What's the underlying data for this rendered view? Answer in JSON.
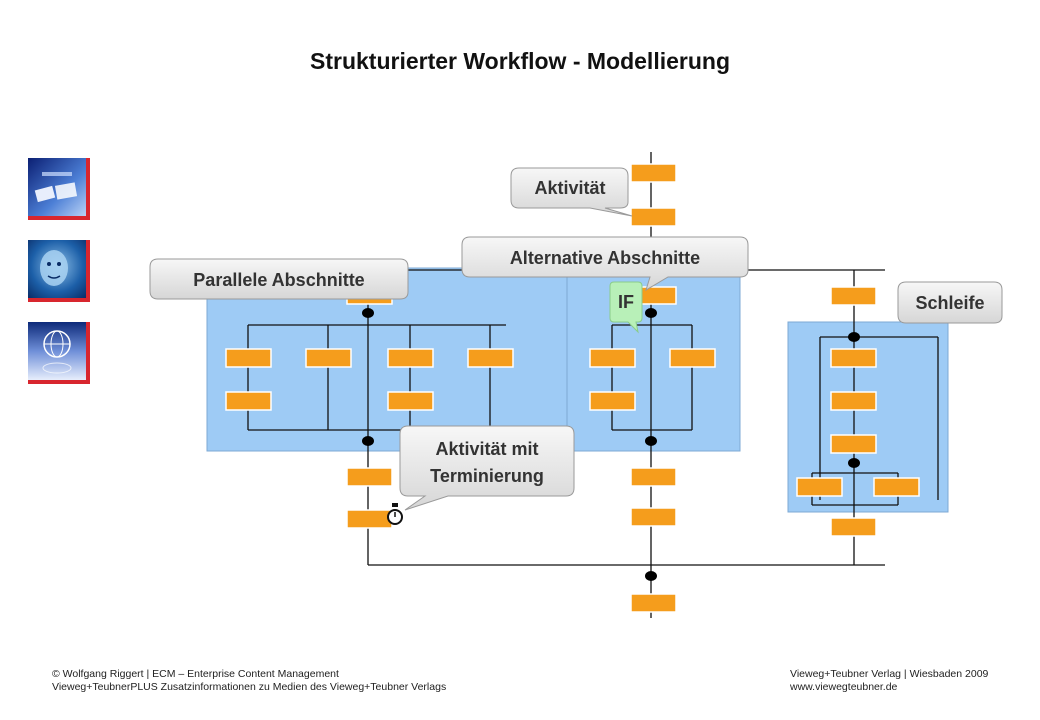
{
  "title": "Strukturierter Workflow - Modellierung",
  "callouts": {
    "aktivitaet": "Aktivität",
    "alternative": "Alternative Abschnitte",
    "parallele": "Parallele Abschnitte",
    "schleife": "Schleife",
    "if": "IF",
    "termin_line1": "Aktivität mit",
    "termin_line2": "Terminierung"
  },
  "footer": {
    "left_line1": "© Wolfgang Riggert | ECM – Enterprise Content Management",
    "left_line2": "Vieweg+TeubnerPLUS Zusatzinformationen zu Medien des Vieweg+Teubner Verlags",
    "right_line1": "Vieweg+Teubner Verlag | Wiesbaden 2009",
    "right_line2": "www.viewegteubner.de"
  },
  "icons": [
    "document-photo-icon",
    "digital-face-icon",
    "globe-icon"
  ],
  "colors": {
    "activity": "#f59d1c",
    "section_bg": "#9ecbf5",
    "callout": "#ececec",
    "if_callout": "#b8f0b8",
    "thumb_border": "#d8262e"
  }
}
